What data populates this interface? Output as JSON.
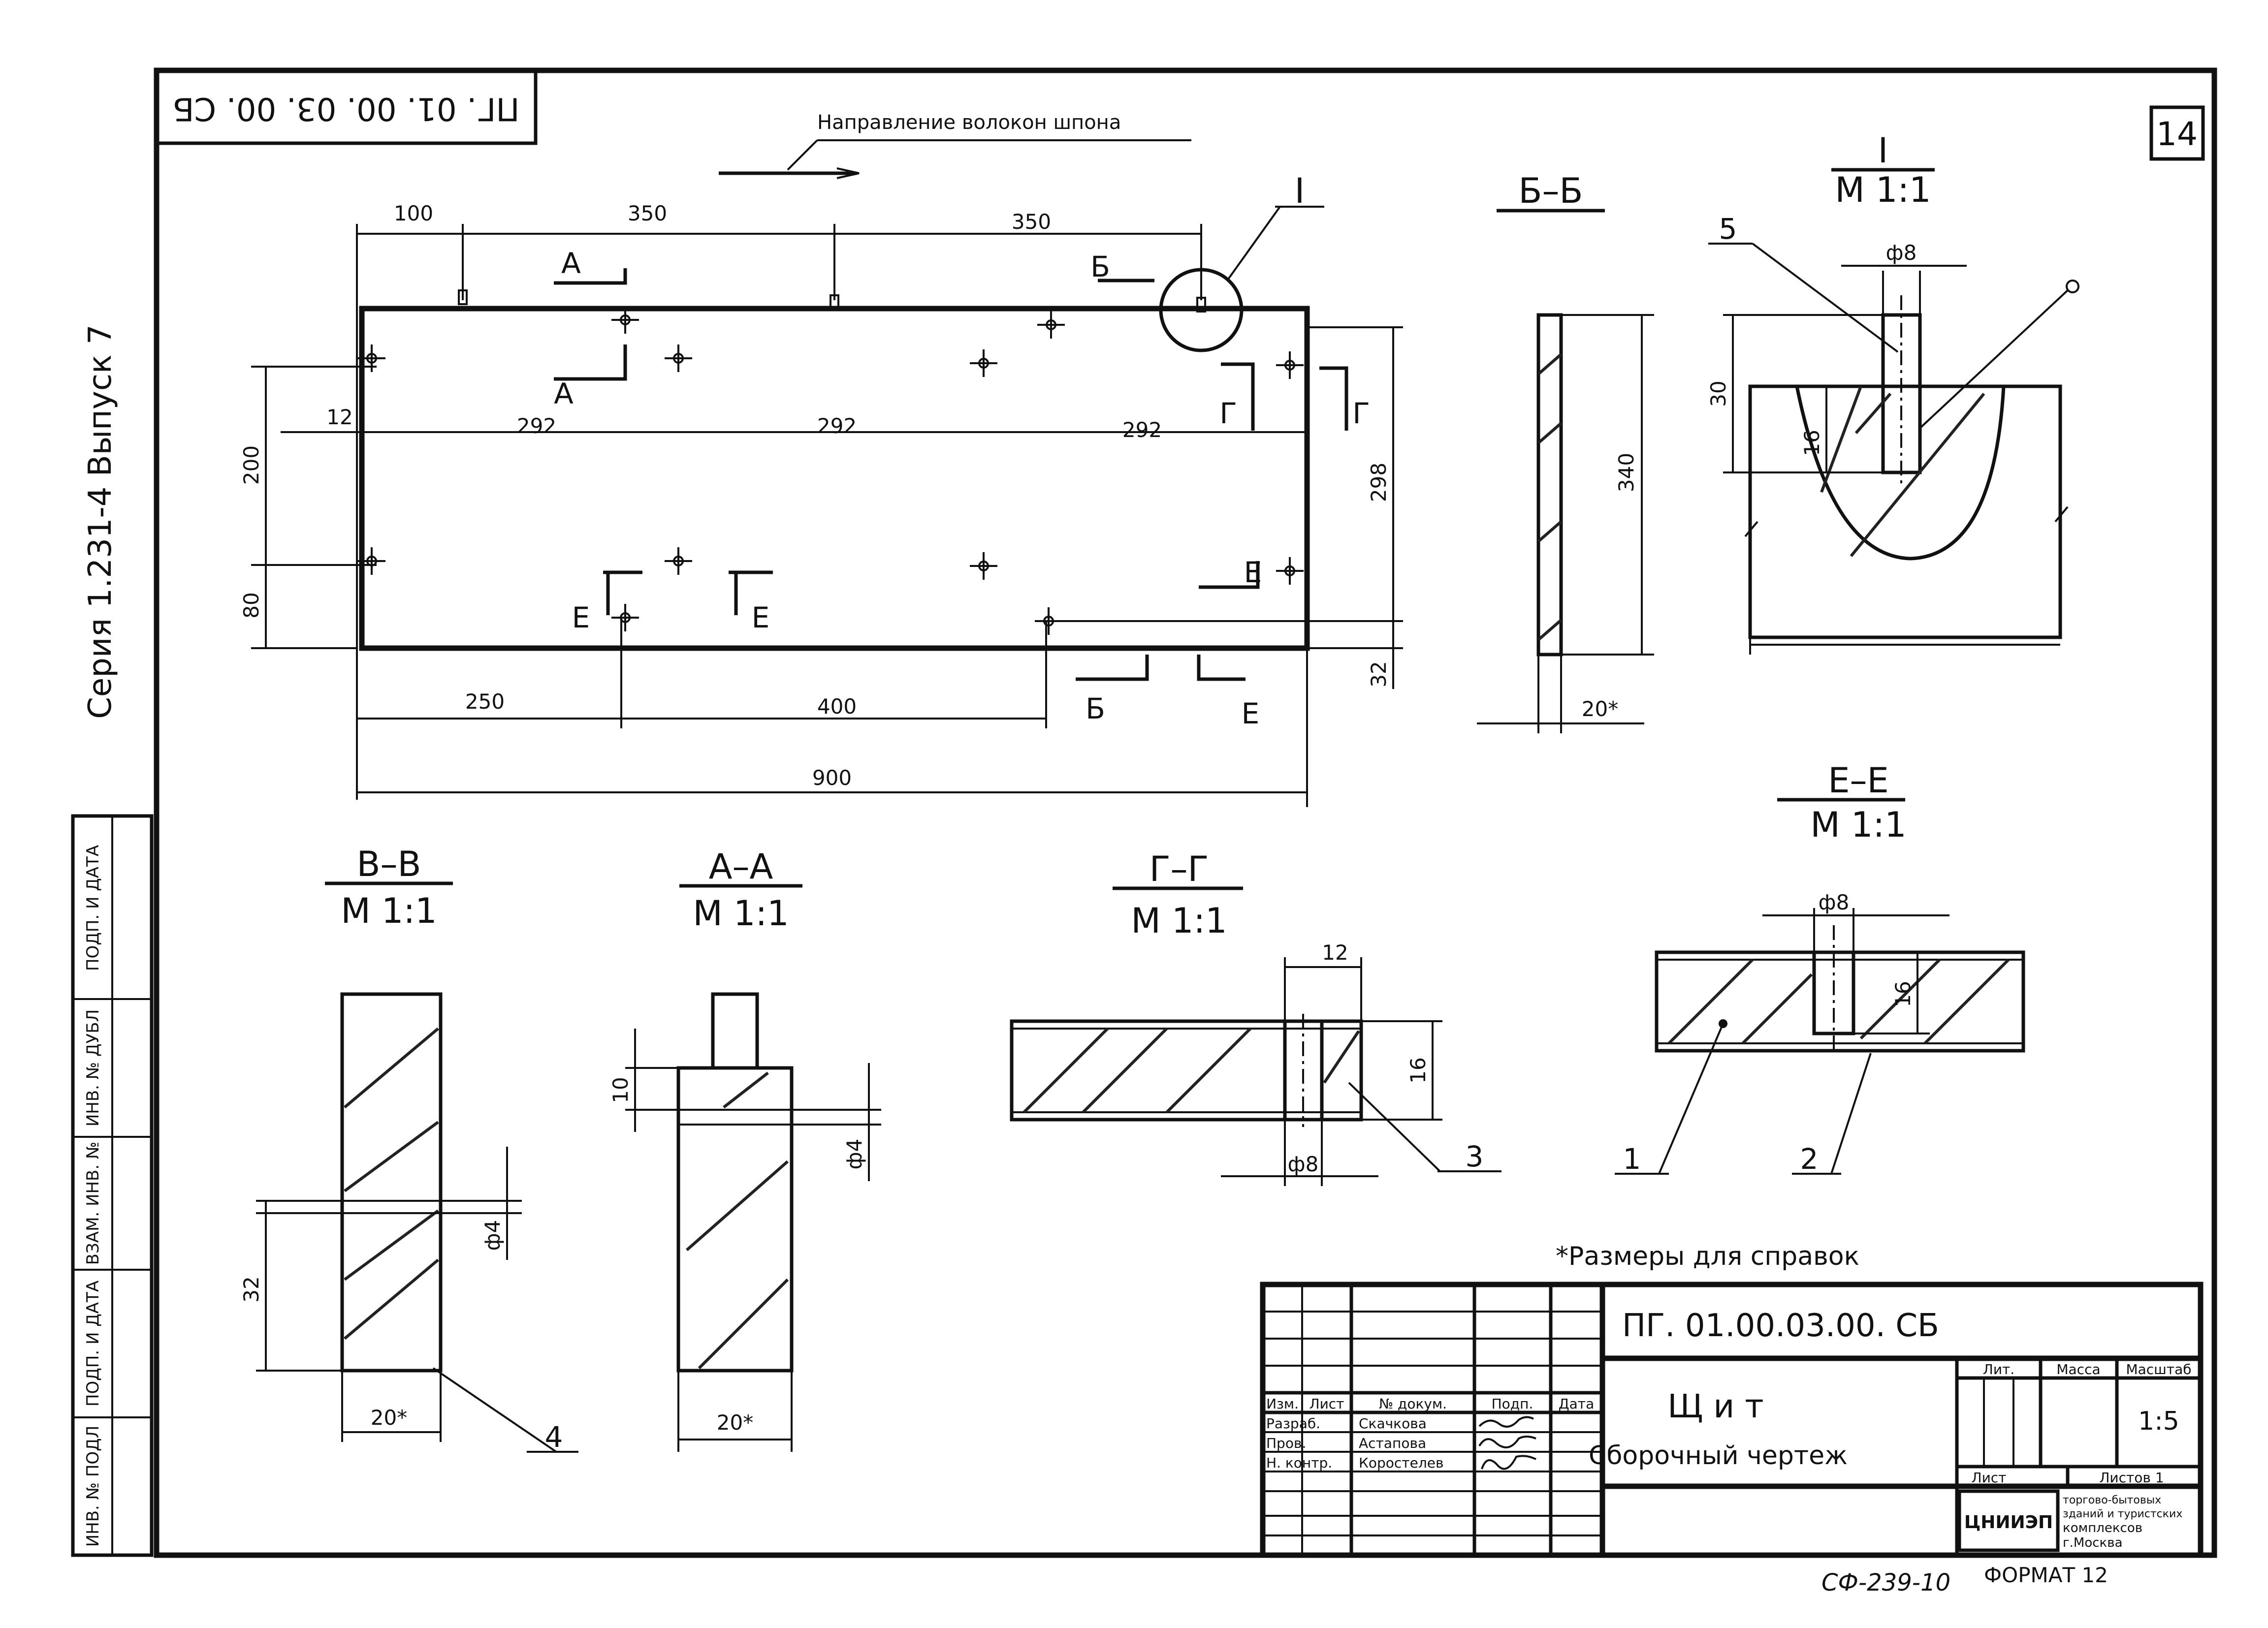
{
  "frame": {
    "sheet_number": "14",
    "top_stamp": "ПГ. 01. 00. 03. 00. СБ",
    "side_series": "Серия 1.231-4 Выпуск 7",
    "bottom_code": "СФ-239-10",
    "format_label": "ФОРМАТ 12"
  },
  "side_stamp": {
    "fields": [
      "ИНВ. № ПОДЛ",
      "ПОДП. И ДАТА",
      "ВЗАМ. ИНВ. №",
      "ИНВ. № ДУБЛ",
      "ПОДП. И ДАТА"
    ]
  },
  "main_view": {
    "veneer_direction": "Направление волокон шпона",
    "dims": {
      "d100": "100",
      "d350a": "350",
      "d350b": "350",
      "d12": "12",
      "d292a": "292",
      "d292b": "292",
      "d292c": "292",
      "d200": "200",
      "d80": "80",
      "d298": "298",
      "d32": "32",
      "d250": "250",
      "d400": "400",
      "d900": "900"
    },
    "section_marks": {
      "a": "А",
      "b": "Б",
      "g": "Г",
      "e": "Е",
      "detail": "I"
    }
  },
  "section_bb": {
    "title": "Б–Б",
    "dim_height": "340",
    "dim_width": "20*"
  },
  "detail_i": {
    "title": "I",
    "scale": "М 1:1",
    "leader_5": "5",
    "dim_phi8": "ф8",
    "dim_30": "30",
    "dim_16": "16"
  },
  "section_vv": {
    "title": "В–В",
    "scale": "М 1:1",
    "dim_32": "32",
    "dim_phi4": "ф4",
    "dim_width": "20*",
    "leader_4": "4"
  },
  "section_aa": {
    "title": "А–А",
    "scale": "М 1:1",
    "dim_10": "10",
    "dim_phi4": "ф4",
    "dim_width": "20*"
  },
  "section_gg": {
    "title": "Г–Г",
    "scale": "М 1:1",
    "dim_12": "12",
    "dim_16": "16",
    "dim_phi8": "ф8",
    "leader_3": "3"
  },
  "section_ee": {
    "title": "Е–Е",
    "scale": "М 1:1",
    "dim_phi8": "ф8",
    "dim_16": "16",
    "leader_1": "1",
    "leader_2": "2"
  },
  "note": "*Размеры для справок",
  "title_block": {
    "designation": "ПГ. 01.00.03.00. СБ",
    "name": "Щ и т",
    "doc_type": "Сборочный чертеж",
    "headers": [
      "Изм.",
      "Лист",
      "№ докум.",
      "Подп.",
      "Дата"
    ],
    "roles": [
      {
        "role": "Разраб.",
        "name": "Скачкова"
      },
      {
        "role": "Пров.",
        "name": "Астапова"
      },
      {
        "role": "Н. контр.",
        "name": "Коростелев"
      }
    ],
    "lit_label": "Лит.",
    "mass_label": "Масса",
    "scale_label": "Масштаб",
    "scale_value": "1:5",
    "sheet_label": "Лист",
    "sheets_label": "Листов 1",
    "org_logo": "ЦНИИЭП",
    "org_text": [
      "торгово-бытовых",
      "зданий и туристских",
      "комплексов",
      "г.Москва"
    ]
  }
}
